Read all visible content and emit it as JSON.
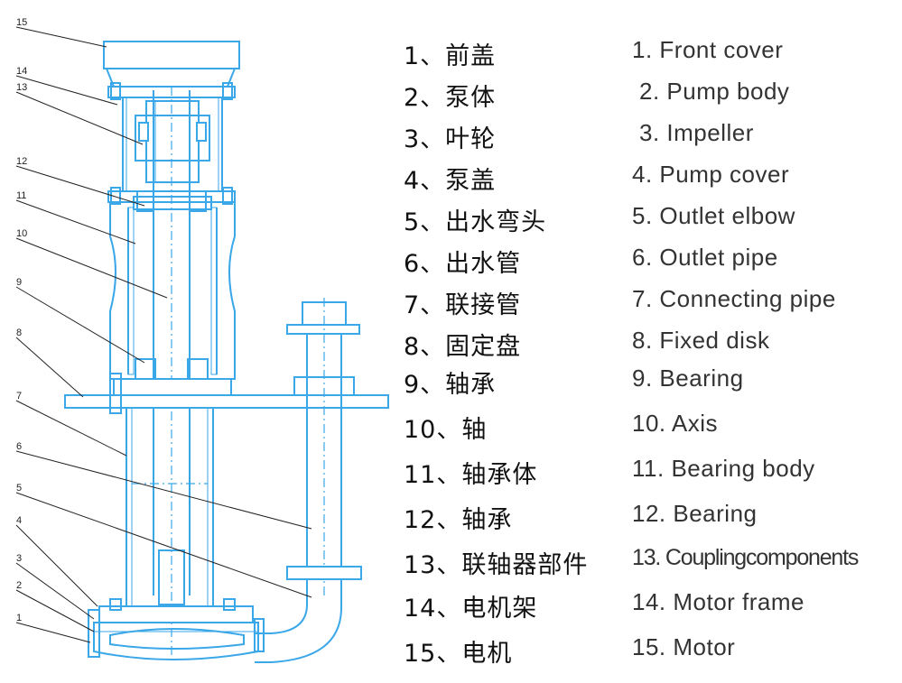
{
  "diagram": {
    "callouts": [
      "15",
      "14",
      "13",
      "12",
      "11",
      "10",
      "9",
      "8",
      "7",
      "6",
      "5",
      "4",
      "3",
      "2",
      "1"
    ]
  },
  "parts": [
    {
      "zh": "1、前盖",
      "en": "1. Front cover"
    },
    {
      "zh": "2、泵体",
      "en": "2. Pump body"
    },
    {
      "zh": "3、叶轮",
      "en": "3. Impeller"
    },
    {
      "zh": "4、泵盖",
      "en": "4. Pump cover"
    },
    {
      "zh": "5、出水弯头",
      "en": "5. Outlet elbow"
    },
    {
      "zh": "6、出水管",
      "en": "6. Outlet pipe"
    },
    {
      "zh": "7、联接管",
      "en": "7. Connecting pipe"
    },
    {
      "zh": "8、固定盘",
      "en": "8. Fixed disk"
    },
    {
      "zh": "9、轴承",
      "en": "9. Bearing"
    },
    {
      "zh": "10、轴",
      "en": "10. Axis"
    },
    {
      "zh": "11、轴承体",
      "en": "11. Bearing body"
    },
    {
      "zh": "12、轴承",
      "en": "12. Bearing"
    },
    {
      "zh": "13、联轴器部件",
      "en": "13. Couplingcomponents"
    },
    {
      "zh": "14、电机架",
      "en": "14. Motor frame"
    },
    {
      "zh": "15、电机",
      "en": "15. Motor"
    }
  ]
}
